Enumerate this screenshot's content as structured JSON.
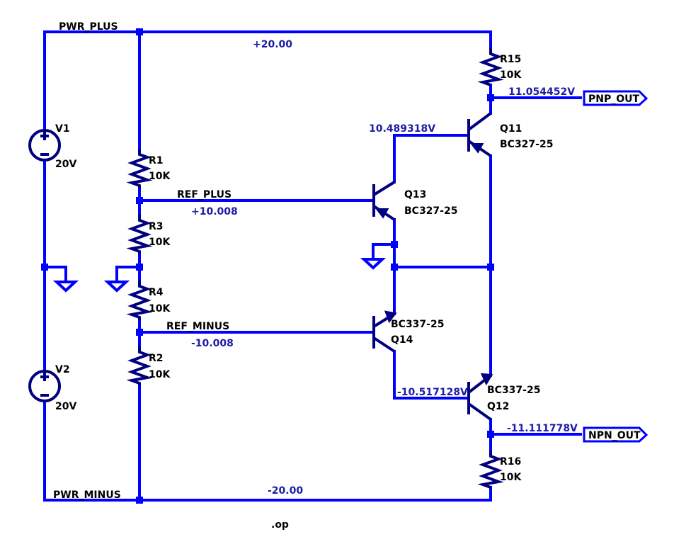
{
  "colors": {
    "wire": "#0000ff",
    "component": "#000080",
    "text": "#000000",
    "value_text": "#1c1ca8",
    "background": "#ffffff"
  },
  "nets": {
    "pwr_plus": "PWR_PLUS",
    "pwr_minus": "PWR_MINUS",
    "ref_plus": "REF_PLUS",
    "ref_minus": "REF_MINUS",
    "pnp_out": "PNP_OUT",
    "npn_out": "NPN_OUT"
  },
  "voltages": {
    "pwr_plus": "+20.00",
    "pwr_minus": "-20.00",
    "ref_plus": "+10.008",
    "ref_minus": "-10.008",
    "pnp_out": "11.054452V",
    "npn_out": "-11.111778V",
    "q13_collector": "10.489318V",
    "q14_collector": "-10.517128V"
  },
  "components": {
    "v1": {
      "name": "V1",
      "value": "20V"
    },
    "v2": {
      "name": "V2",
      "value": "20V"
    },
    "r1": {
      "name": "R1",
      "value": "10K"
    },
    "r2": {
      "name": "R2",
      "value": "10K"
    },
    "r3": {
      "name": "R3",
      "value": "10K"
    },
    "r4": {
      "name": "R4",
      "value": "10K"
    },
    "r15": {
      "name": "R15",
      "value": "10K"
    },
    "r16": {
      "name": "R16",
      "value": "10K"
    },
    "q11": {
      "name": "Q11",
      "model": "BC327-25"
    },
    "q12": {
      "name": "Q12",
      "model": "BC337-25"
    },
    "q13": {
      "name": "Q13",
      "model": "BC327-25"
    },
    "q14": {
      "name": "Q14",
      "model": "BC337-25"
    }
  },
  "directive": ".op"
}
